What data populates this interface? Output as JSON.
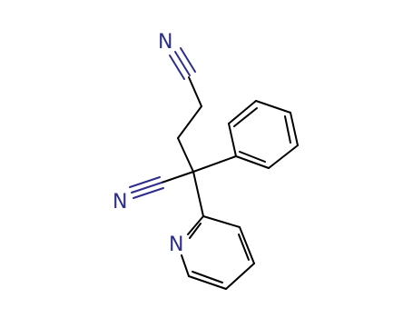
{
  "atoms": {
    "nitrile_n_top": "N",
    "nitrile_n_left": "N",
    "pyridine_n": "N"
  },
  "colors": {
    "bond": "#000000",
    "nitrogen": "#2d2d8c",
    "background": "#ffffff"
  }
}
